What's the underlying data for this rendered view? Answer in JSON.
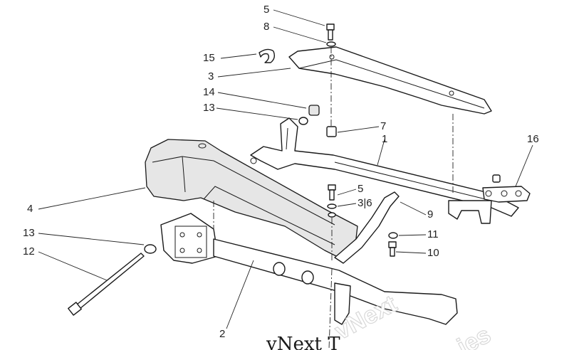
{
  "diagram": {
    "callouts": [
      "5",
      "8",
      "15",
      "3",
      "14",
      "13",
      "7",
      "1",
      "16",
      "4",
      "5",
      "3|6",
      "9",
      "13",
      "11",
      "12",
      "10",
      "2"
    ],
    "watermark": "vNext T",
    "watermark_ghost": "vNext",
    "watermark_ghost_tail": "ies"
  }
}
